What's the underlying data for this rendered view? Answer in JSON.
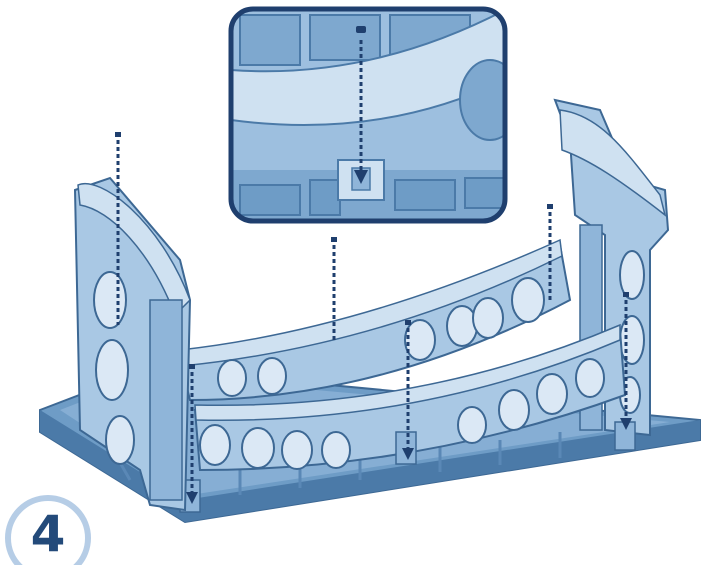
{
  "step": {
    "number": "4"
  },
  "illustration": {
    "subject": "frame-assembly",
    "icons": [
      "screw-icon",
      "arrow-down-icon"
    ],
    "colors": {
      "base": "#6e9cc6",
      "base_dark": "#4b7aa8",
      "part": "#a9c8e4",
      "part_light": "#cfe1f1",
      "outline": "#3d6894",
      "inset_border": "#1f3f6e",
      "guide": "#1f3f6e",
      "badge_ring": "#b6cde6",
      "badge_fill": "#ffffff",
      "number_color": "#234a7a"
    },
    "inset": {
      "visible": true,
      "depicts": "screw-into-slot-detail"
    },
    "screw_count": 6
  }
}
